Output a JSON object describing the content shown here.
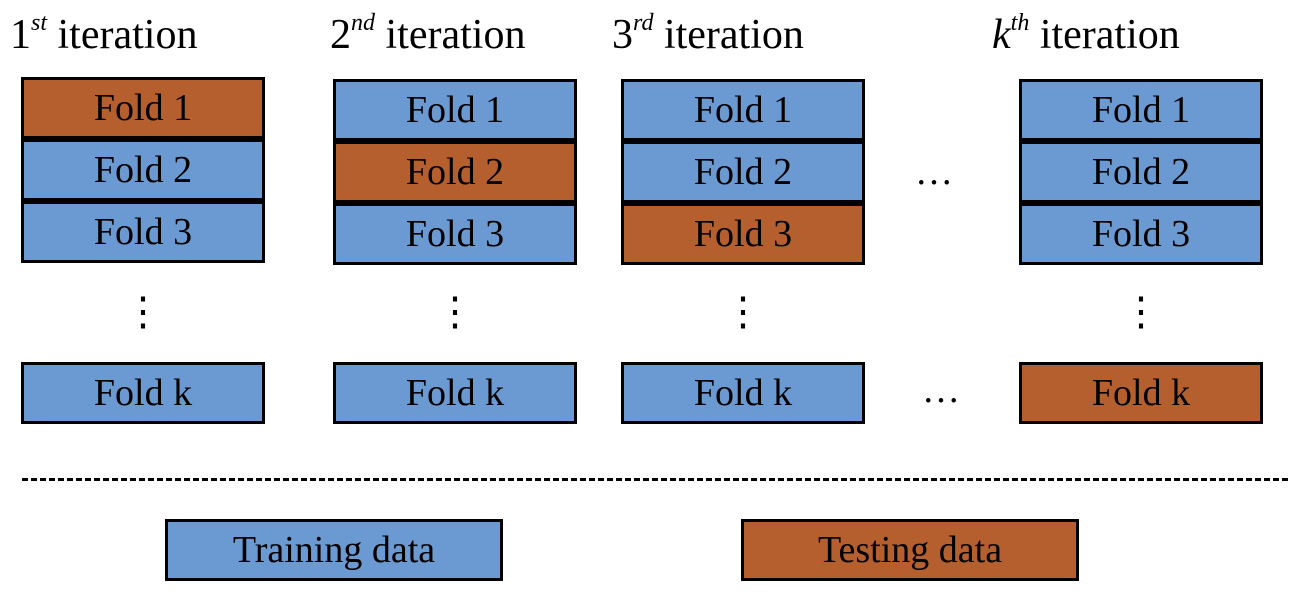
{
  "iterations": [
    {
      "num": "1",
      "sup": "st",
      "word": "iteration",
      "folds": [
        "Fold 1",
        "Fold 2",
        "Fold 3"
      ],
      "last_fold": "Fold k",
      "test_index": 0
    },
    {
      "num": "2",
      "sup": "nd",
      "word": "iteration",
      "folds": [
        "Fold 1",
        "Fold 2",
        "Fold 3"
      ],
      "last_fold": "Fold k",
      "test_index": 1
    },
    {
      "num": "3",
      "sup": "rd",
      "word": "iteration",
      "folds": [
        "Fold 1",
        "Fold 2",
        "Fold 3"
      ],
      "last_fold": "Fold k",
      "test_index": 2
    },
    {
      "num": "k",
      "sup": "th",
      "word": "iteration",
      "folds": [
        "Fold 1",
        "Fold 2",
        "Fold 3"
      ],
      "last_fold": "Fold k",
      "test_index": 3
    }
  ],
  "vertical_ellipsis": "⋮",
  "horizontal_ellipsis": "…",
  "legend": {
    "training": "Training data",
    "testing": "Testing data"
  },
  "colors": {
    "training": "#6b9ad3",
    "testing": "#b65f2e"
  }
}
